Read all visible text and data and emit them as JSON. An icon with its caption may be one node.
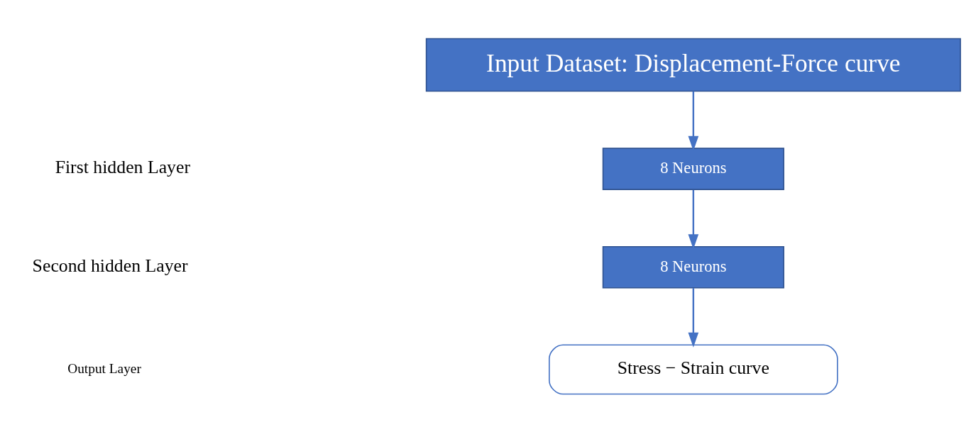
{
  "diagram": {
    "nodes": [
      {
        "text": [
          "Input Dataset: Displacement-Force curve"
        ]
      },
      {
        "text": [
          "8 Neurons"
        ]
      },
      {
        "text": [
          "8 Neurons"
        ]
      },
      {
        "text": [
          "Stress − Strain curve"
        ]
      }
    ],
    "edges": [
      {
        "from": 0,
        "to": 1,
        "arrow": "to"
      },
      {
        "from": 1,
        "to": 2,
        "arrow": "to"
      },
      {
        "from": 2,
        "to": 3,
        "arrow": "to"
      }
    ],
    "labels": [
      "First hidden Layer",
      "Second hidden Layer",
      "Output Layer"
    ]
  }
}
